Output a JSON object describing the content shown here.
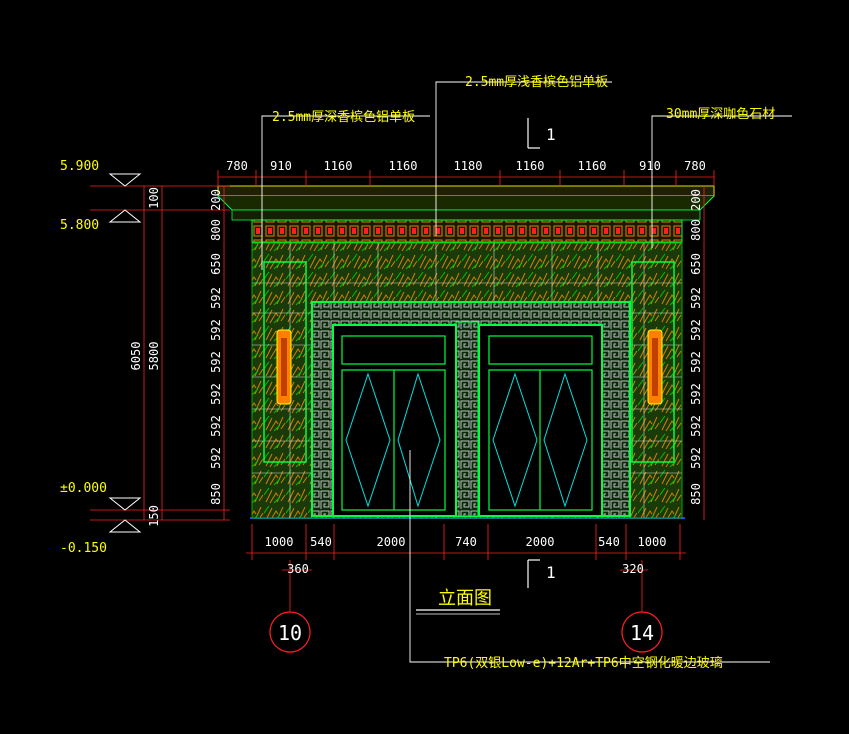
{
  "notes": {
    "top_center": "2.5mm厚浅香槟色铝单板",
    "top_left": "2.5mm厚深香槟色铝单板",
    "top_right": "30mm厚深咖色石材",
    "bottom_glass": "TP6(双银Low-e)+12Ar+TP6中空钢化暖边玻璃"
  },
  "title": "立面图",
  "section_marks": [
    "1",
    "1"
  ],
  "axis_labels": [
    "10",
    "14"
  ],
  "elevations": [
    "5.900",
    "5.800",
    "±0.000",
    "-0.150"
  ],
  "top_dims": [
    "780",
    "910",
    "1160",
    "1160",
    "1180",
    "1160",
    "1160",
    "910",
    "780"
  ],
  "bottom_dims": [
    "1000",
    "540",
    "2000",
    "740",
    "2000",
    "540",
    "1000"
  ],
  "sub_dims": [
    "360",
    "320"
  ],
  "left_vert_dims": [
    "100",
    "200",
    "800",
    "650",
    "592",
    "592",
    "592",
    "592",
    "592",
    "592",
    "850",
    "150"
  ],
  "right_vert_dims": [
    "200",
    "800",
    "650",
    "592",
    "592",
    "592",
    "592",
    "592",
    "592",
    "850"
  ],
  "overall_dims": [
    "6050",
    "5800"
  ],
  "colors": {
    "dim_red": "#ff2020",
    "text_yellow": "#ffff00",
    "wall_green": "#00b000",
    "frame_green": "#00ff40",
    "stone_orange": "#c87000",
    "glass_cyan": "#00e0e0",
    "ground_blue": "#2040ff",
    "grid_white": "#ffffff"
  }
}
